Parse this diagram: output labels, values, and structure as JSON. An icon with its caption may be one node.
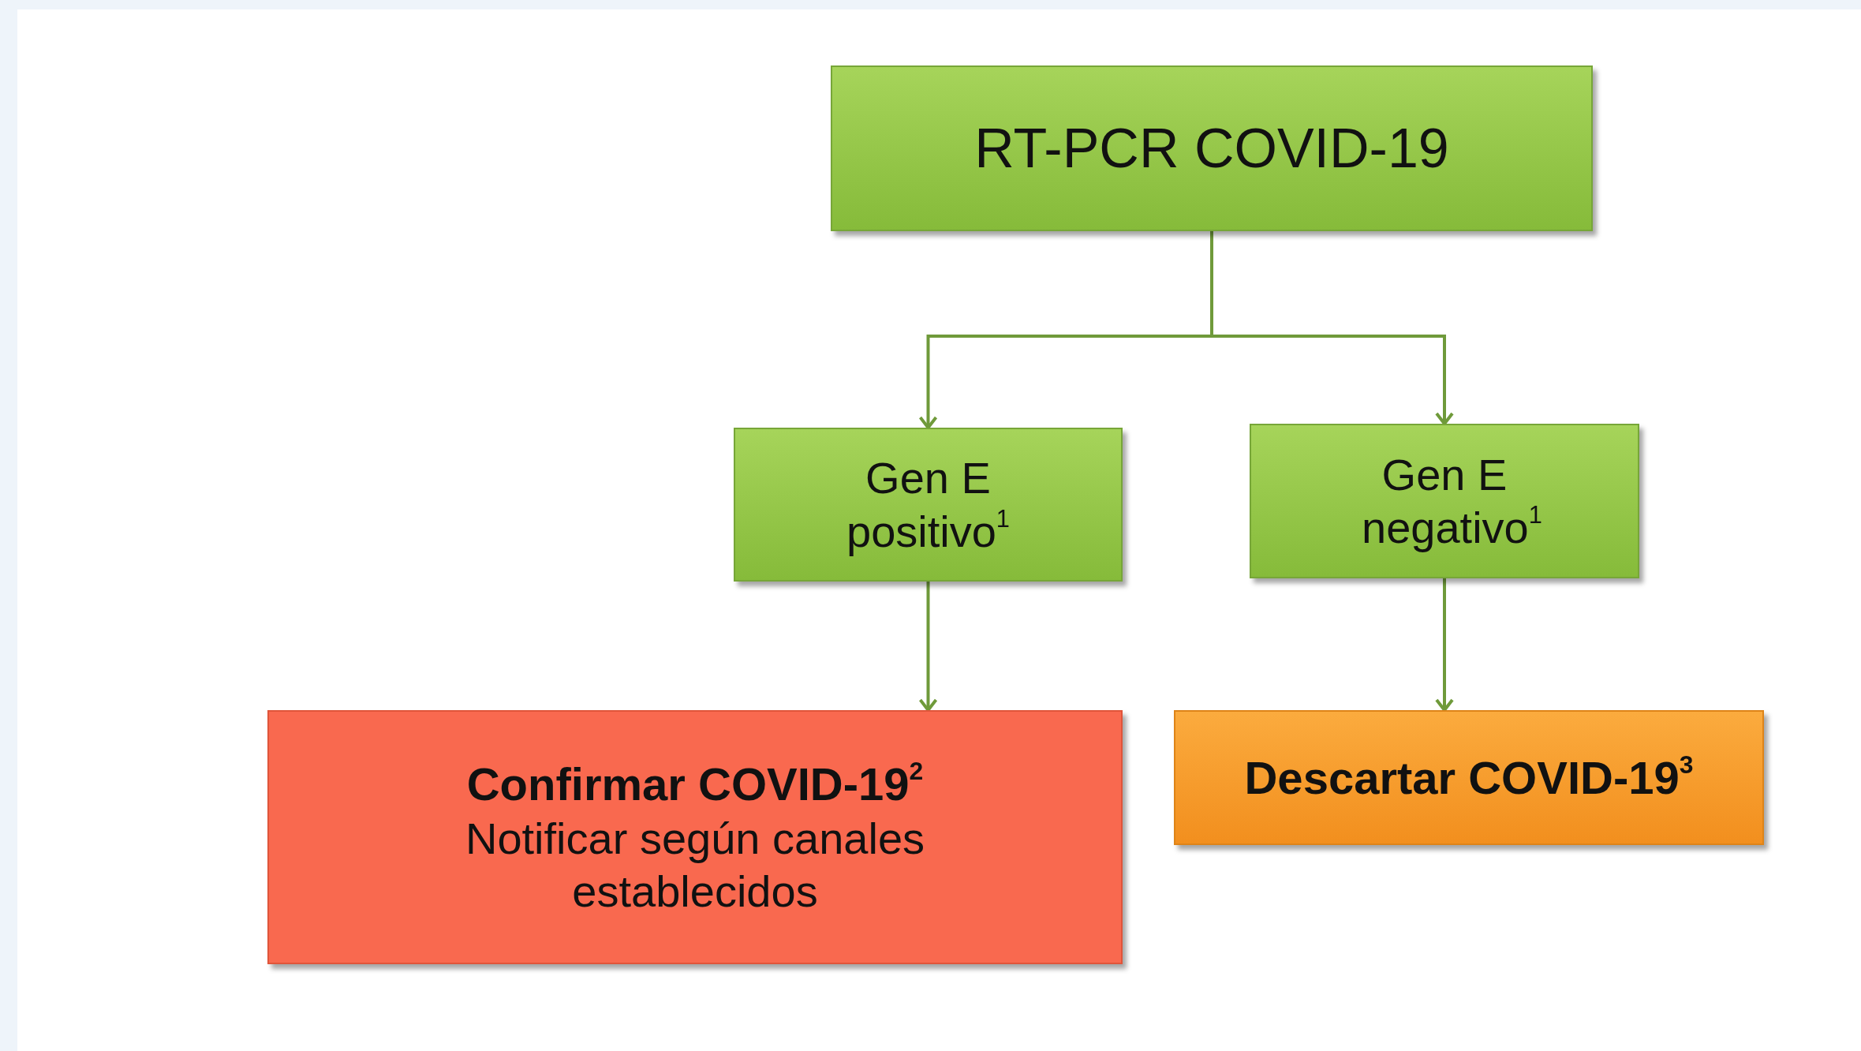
{
  "diagram": {
    "nodes": [
      {
        "text": [
          "RT-PCR COVID-19"
        ]
      },
      {
        "text": [
          "Gen E positivo$^{1}$"
        ]
      },
      {
        "text": [
          "Gen E negativo$^{1}$"
        ]
      },
      {
        "text": [
          "Confirmar COVID-19$^{2}$",
          "Notificar según canales establecidos"
        ]
      },
      {
        "text": [
          "Descartar COVID-19$^{3}$"
        ]
      }
    ],
    "edges": [
      {
        "from": 0,
        "to": 1,
        "arrow": "to"
      },
      {
        "from": 0,
        "to": 2,
        "arrow": "to"
      },
      {
        "from": 1,
        "to": 3,
        "arrow": "to"
      },
      {
        "from": 2,
        "to": 4,
        "arrow": "to"
      }
    ]
  }
}
